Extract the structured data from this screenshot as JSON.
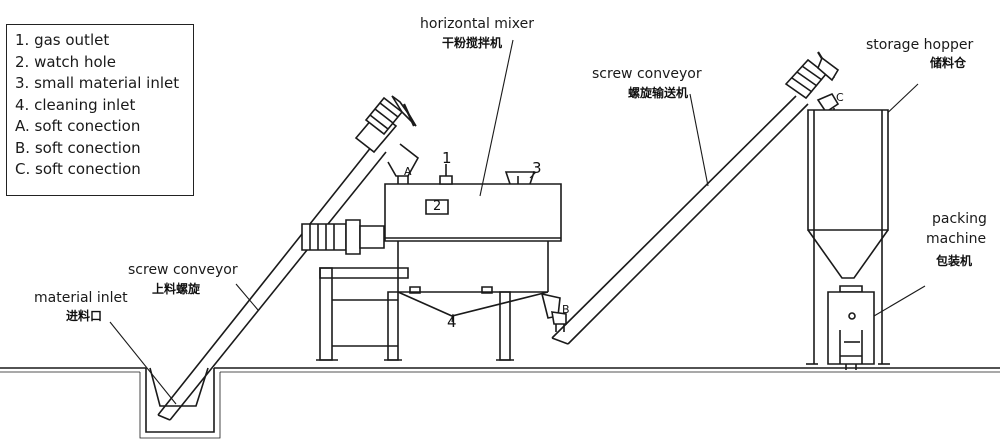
{
  "legend": {
    "items": [
      "1. gas outlet",
      "2. watch hole",
      "3. small material inlet",
      "4. cleaning inlet",
      "A. soft conection",
      "B. soft conection",
      "C. soft conection"
    ]
  },
  "labels": {
    "mixer_en": "horizontal mixer",
    "mixer_cn": "干粉搅拌机",
    "conveyor2_en": "screw conveyor",
    "conveyor2_cn": "螺旋输送机",
    "hopper_en": "storage hopper",
    "hopper_cn": "储料仓",
    "packing_en_1": "packing",
    "packing_en_2": "machine",
    "packing_cn": "包装机",
    "conveyor1_en": "screw conveyor",
    "conveyor1_cn": "上料螺旋",
    "inlet_en": "material inlet",
    "inlet_cn": "进料口"
  },
  "markers": {
    "n1": "1",
    "n2": "2",
    "n3": "3",
    "n4": "4",
    "a": "A",
    "b": "B",
    "c": "C"
  }
}
